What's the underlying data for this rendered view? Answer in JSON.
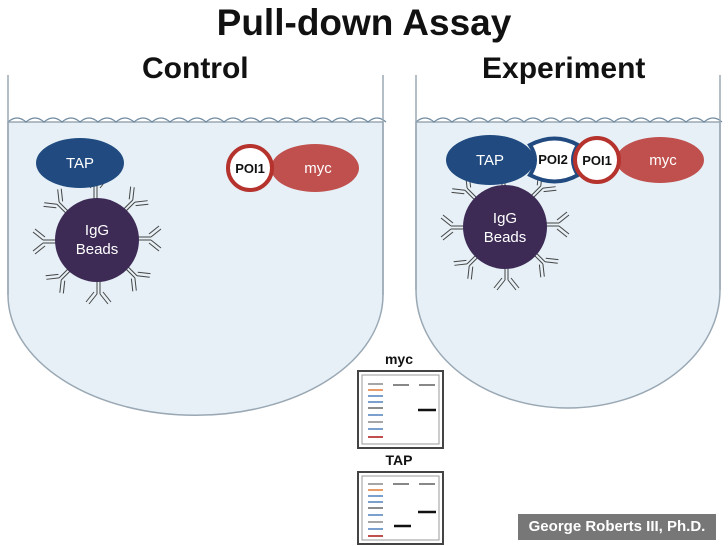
{
  "title": "Pull-down Assay",
  "control": {
    "label": "Control",
    "tap": "TAP",
    "beads_line1": "IgG",
    "beads_line2": "Beads",
    "poi1": "POI1",
    "myc": "myc"
  },
  "experiment": {
    "label": "Experiment",
    "tap": "TAP",
    "poi2": "POI2",
    "poi1": "POI1",
    "myc": "myc",
    "beads_line1": "IgG",
    "beads_line2": "Beads"
  },
  "gels": {
    "myc_title": "myc",
    "tap_title": "TAP"
  },
  "credit": "George Roberts III, Ph.D.",
  "colors": {
    "liquid": "#e6f0f6",
    "vessel_outline": "#9aa8b4",
    "tap": "#214b80",
    "beads": "#3d2b56",
    "myc": "#c0504d",
    "poi_ring": "#b5322d"
  }
}
